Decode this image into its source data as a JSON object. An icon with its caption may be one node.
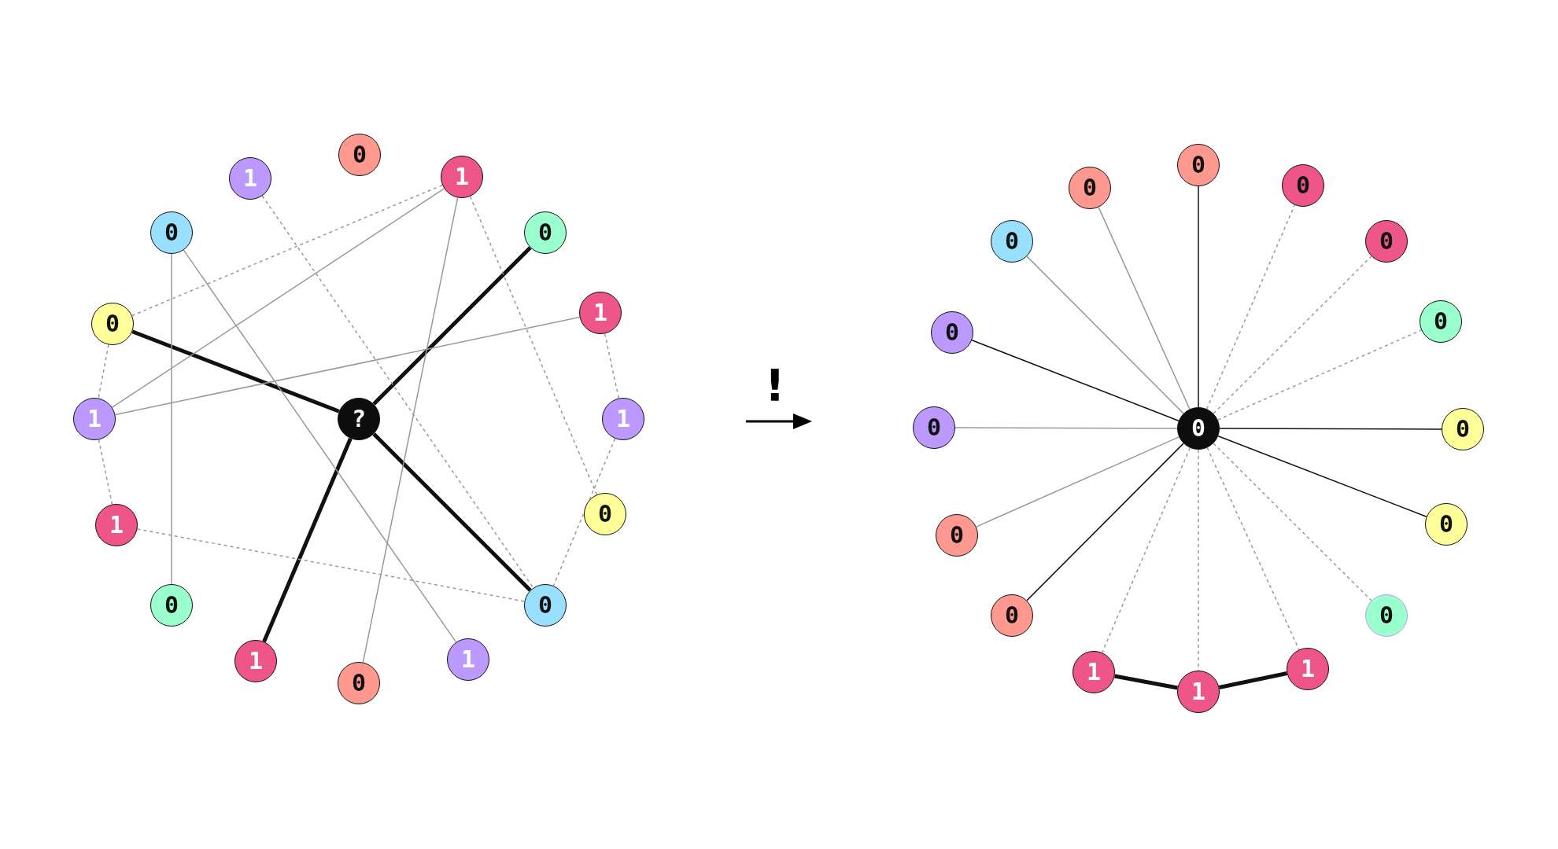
{
  "diagram": {
    "nodes": [
      {
        "text": [
          "?"
        ]
      },
      {
        "text": [
          "1"
        ]
      },
      {
        "text": [
          "0"
        ]
      },
      {
        "text": [
          "1"
        ]
      },
      {
        "text": [
          "0"
        ]
      },
      {
        "text": [
          "0"
        ]
      },
      {
        "text": [
          "0"
        ]
      },
      {
        "text": [
          "1"
        ]
      },
      {
        "text": [
          "1"
        ]
      },
      {
        "text": [
          "1"
        ]
      },
      {
        "text": [
          "1"
        ]
      },
      {
        "text": [
          "0"
        ]
      },
      {
        "text": [
          "0"
        ]
      },
      {
        "text": [
          "0"
        ]
      },
      {
        "text": [
          "1"
        ]
      },
      {
        "text": [
          "0"
        ]
      },
      {
        "text": [
          "1"
        ]
      },
      {
        "text": [
          "0"
        ]
      },
      {
        "text": [
          "0"
        ]
      },
      {
        "text": [
          "0"
        ]
      },
      {
        "text": [
          "0"
        ]
      },
      {
        "text": [
          "0"
        ]
      },
      {
        "text": [
          "0"
        ]
      },
      {
        "text": [
          "0"
        ]
      },
      {
        "text": [
          "0"
        ]
      },
      {
        "text": [
          "0"
        ]
      },
      {
        "text": [
          "0"
        ]
      },
      {
        "text": [
          "0"
        ]
      },
      {
        "text": [
          "0"
        ]
      },
      {
        "text": [
          "0"
        ]
      },
      {
        "text": [
          "0"
        ]
      },
      {
        "text": [
          "1"
        ]
      },
      {
        "text": [
          "1"
        ]
      },
      {
        "text": [
          "1"
        ]
      }
    ],
    "edges": [
      {
        "from": 0,
        "to": 6,
        "arrow": "none",
        "style": "thick",
        "color": "#111111"
      },
      {
        "from": 0,
        "to": 5,
        "arrow": "none",
        "style": "thick",
        "color": "#111111"
      },
      {
        "from": 0,
        "to": 14,
        "arrow": "none",
        "style": "thick",
        "color": "#111111"
      },
      {
        "from": 0,
        "to": 13,
        "arrow": "none",
        "style": "thick",
        "color": "#111111"
      },
      {
        "from": 3,
        "to": 6,
        "arrow": "none",
        "style": "dashed"
      },
      {
        "from": 3,
        "to": 8,
        "arrow": "none"
      },
      {
        "from": 3,
        "to": 15,
        "arrow": "none"
      },
      {
        "from": 3,
        "to": 11,
        "arrow": "none",
        "style": "dashed"
      },
      {
        "from": 1,
        "to": 13,
        "arrow": "none",
        "style": "dashed"
      },
      {
        "from": 4,
        "to": 12,
        "arrow": "none"
      },
      {
        "from": 4,
        "to": 16,
        "arrow": "none"
      },
      {
        "from": 7,
        "to": 8,
        "arrow": "none"
      },
      {
        "from": 7,
        "to": 9,
        "arrow": "none",
        "style": "dashed"
      },
      {
        "from": 9,
        "to": 13,
        "arrow": "none",
        "style": "dashed"
      },
      {
        "from": 6,
        "to": 8,
        "arrow": "none",
        "style": "dashed"
      },
      {
        "from": 8,
        "to": 10,
        "arrow": "none",
        "style": "dashed"
      },
      {
        "from": 10,
        "to": 13,
        "arrow": "none",
        "style": "dashed"
      },
      {
        "from": 17,
        "to": 18,
        "arrow": "none",
        "color": "#111111"
      },
      {
        "from": 17,
        "to": 19,
        "arrow": "none"
      },
      {
        "from": 17,
        "to": 20,
        "arrow": "none",
        "style": "dashed"
      },
      {
        "from": 17,
        "to": 21,
        "arrow": "none"
      },
      {
        "from": 17,
        "to": 22,
        "arrow": "none",
        "style": "dashed"
      },
      {
        "from": 17,
        "to": 23,
        "arrow": "none",
        "color": "#111111"
      },
      {
        "from": 17,
        "to": 24,
        "arrow": "none",
        "style": "dashed"
      },
      {
        "from": 17,
        "to": 25,
        "arrow": "none"
      },
      {
        "from": 17,
        "to": 26,
        "arrow": "none",
        "color": "#111111"
      },
      {
        "from": 17,
        "to": 27,
        "arrow": "none"
      },
      {
        "from": 17,
        "to": 28,
        "arrow": "none",
        "color": "#111111"
      },
      {
        "from": 17,
        "to": 29,
        "arrow": "none",
        "color": "#111111"
      },
      {
        "from": 17,
        "to": 30,
        "arrow": "none",
        "style": "dashed"
      },
      {
        "from": 17,
        "to": 31,
        "arrow": "none",
        "style": "dashed"
      },
      {
        "from": 17,
        "to": 32,
        "arrow": "none",
        "style": "dashed"
      },
      {
        "from": 17,
        "to": 33,
        "arrow": "none",
        "style": "dashed"
      },
      {
        "from": 31,
        "to": 32,
        "arrow": "none",
        "style": "thick",
        "color": "#111111"
      },
      {
        "from": 32,
        "to": 33,
        "arrow": "none",
        "style": "thick",
        "color": "#111111"
      }
    ],
    "labels": [
      "!"
    ]
  }
}
